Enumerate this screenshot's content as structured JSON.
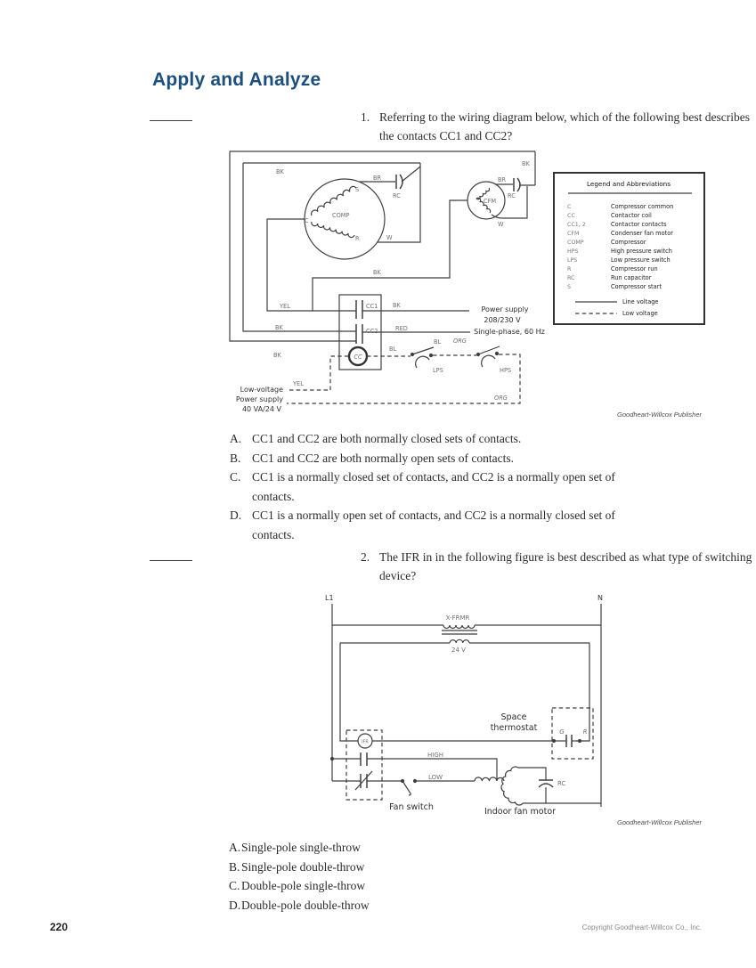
{
  "page": {
    "heading": "Apply and Analyze",
    "page_number": "220",
    "copyright": "Copyright Goodheart-Willcox Co., Inc.",
    "credit": "Goodheart-Willcox Publisher"
  },
  "questions": [
    {
      "number": "1.",
      "line1": "Referring to the wiring diagram below, which of the following best describes",
      "line2": "the contacts CC1 and CC2?",
      "options": [
        {
          "letter": "A.",
          "line1": "CC1 and CC2 are both normally closed sets of contacts.",
          "line2": ""
        },
        {
          "letter": "B.",
          "line1": "CC1 and CC2 are both normally open sets of contacts.",
          "line2": ""
        },
        {
          "letter": "C.",
          "line1": "CC1 is a normally closed set of contacts, and CC2 is a normally open set of",
          "line2": "contacts."
        },
        {
          "letter": "D.",
          "line1": "CC1 is a normally open set of contacts, and CC2 is a normally closed set of",
          "line2": "contacts."
        }
      ]
    },
    {
      "number": "2.",
      "line1": "The IFR in in the following figure is best described as what type of switching",
      "line2": "device?",
      "options": [
        {
          "letter": "A.",
          "line1": "Single-pole single-throw"
        },
        {
          "letter": "B.",
          "line1": "Single-pole double-throw"
        },
        {
          "letter": "C.",
          "line1": "Double-pole single-throw"
        },
        {
          "letter": "D.",
          "line1": "Double-pole double-throw"
        }
      ]
    }
  ],
  "d1": {
    "bk_top": "BK",
    "bk_right_top": "BK",
    "br_comp": "BR",
    "rc_comp": "RC",
    "s": "S",
    "c": "C",
    "r": "R",
    "comp": "COMP",
    "w_comp": "W",
    "cfm": "CFM",
    "br_cfm": "BR",
    "rc_cfm": "RC",
    "w_cfm": "W",
    "bk_mid": "BK",
    "yel_cc1": "YEL",
    "bk_cc1": "BK",
    "bk_cc2": "BK",
    "red_cc2": "RED",
    "bk_bottom": "BK",
    "cc1": "CC1",
    "cc2": "CC2",
    "cc": "CC",
    "ps_line1": "Power supply",
    "ps_line2": "208/230 V",
    "ps_line3": "Single-phase, 60 Hz",
    "lv_line1": "Low-voltage",
    "lv_line2": "Power supply",
    "lv_line3": "40 VA/24 V",
    "yel_lv": "YEL",
    "bl1": "BL",
    "bl2": "BL",
    "org1": "ORG",
    "org2": "ORG",
    "lps": "LPS",
    "hps": "HPS",
    "legend": {
      "title": "Legend and Abbreviations",
      "rows": [
        {
          "abbr": "C",
          "desc": "Compressor common"
        },
        {
          "abbr": "CC",
          "desc": "Contactor coil"
        },
        {
          "abbr": "CC1, 2",
          "desc": "Contactor contacts"
        },
        {
          "abbr": "CFM",
          "desc": "Condenser fan motor"
        },
        {
          "abbr": "COMP",
          "desc": "Compressor"
        },
        {
          "abbr": "HPS",
          "desc": "High pressure switch"
        },
        {
          "abbr": "LPS",
          "desc": "Low pressure switch"
        },
        {
          "abbr": "R",
          "desc": "Compressor run"
        },
        {
          "abbr": "RC",
          "desc": "Run capacitor"
        },
        {
          "abbr": "S",
          "desc": "Compressor start"
        }
      ],
      "line_voltage": "Line voltage",
      "low_voltage": "Low voltage"
    }
  },
  "d2": {
    "l1": "L1",
    "n": "N",
    "xfrmr": "X-FRMR",
    "v24": "24 V",
    "space1": "Space",
    "space2": "thermostat",
    "g": "G",
    "r": "R",
    "ifr": "IFR",
    "high": "HIGH",
    "low": "LOW",
    "rc": "RC",
    "fan_switch": "Fan switch",
    "motor": "Indoor fan motor"
  }
}
